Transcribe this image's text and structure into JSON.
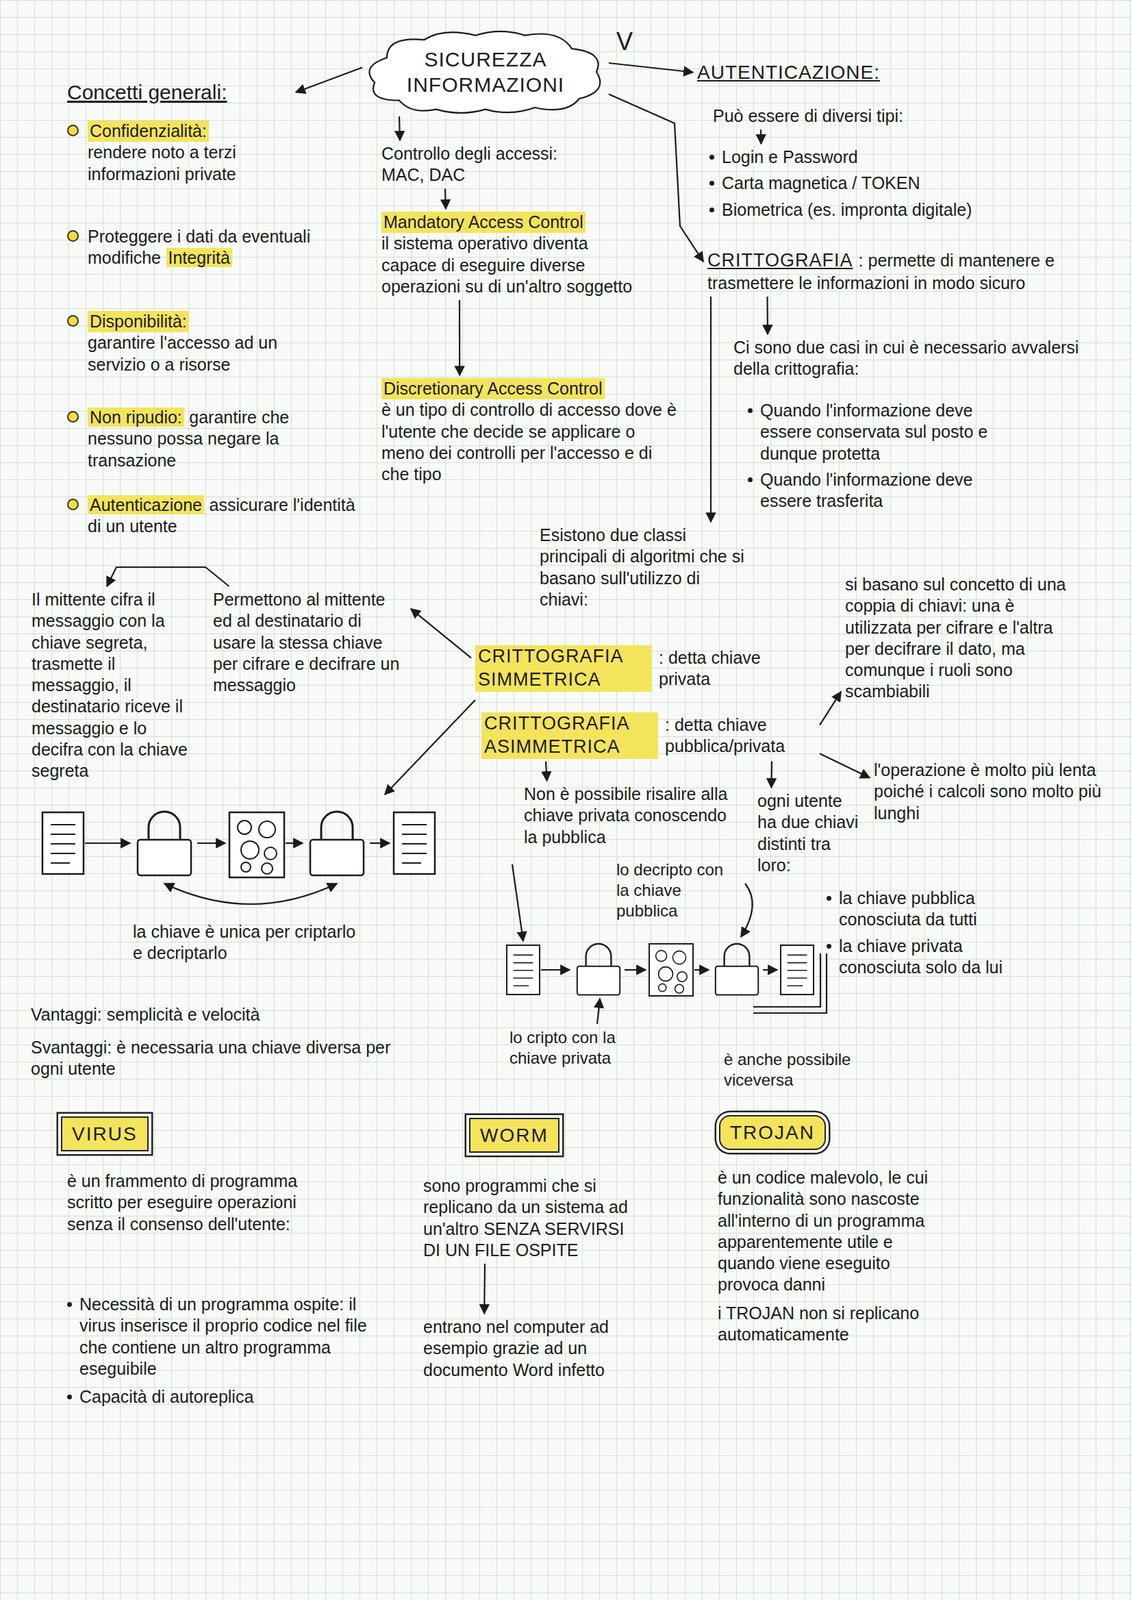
{
  "diagram": {
    "nodes": [
      {
        "text": [
          "SICUREZZA INFORMAZIONI"
        ]
      },
      {
        "text": [
          "Concetti generali:"
        ]
      },
      {
        "text": [
          "Confidenzialità:",
          "rendere noto a terzi informazioni private"
        ]
      },
      {
        "text": [
          "Proteggere i dati da eventuali modifiche",
          "Integrità"
        ]
      },
      {
        "text": [
          "Disponibilità:",
          "garantire l'accesso ad un servizio o a risorse"
        ]
      },
      {
        "text": [
          "Non ripudio:",
          "garantire che nessuno possa negare la transazione"
        ]
      },
      {
        "text": [
          "Autenticazione",
          "assicurare l'identità di un utente"
        ]
      },
      {
        "text": [
          "Controllo degli accessi: MAC, DAC"
        ]
      },
      {
        "text": [
          "Mandatory Access Control",
          "il sistema operativo diventa capace di eseguire diverse operazioni su di un'altro soggetto"
        ]
      },
      {
        "text": [
          "Discretionary Access Control",
          "è un tipo di controllo di accesso dove è l'utente che decide se applicare o meno dei controlli per l'accesso e di che tipo"
        ]
      },
      {
        "text": [
          "AUTENTICAZIONE:"
        ]
      },
      {
        "text": [
          "Può essere di diversi tipi:"
        ]
      },
      {
        "text": [
          "Login e Password",
          "Carta magnetica / TOKEN",
          "Biometrica (es. impronta digitale)"
        ]
      },
      {
        "text": [
          "CRITTOGRAFIA",
          ": permette di mantenere e trasmettere le informazioni in modo sicuro"
        ]
      },
      {
        "text": [
          "Ci sono due casi in cui è necessario avvalersi della crittografia:"
        ]
      },
      {
        "text": [
          "Quando l'informazione deve essere conservata sul posto e dunque protetta",
          "Quando l'informazione deve essere trasferita"
        ]
      },
      {
        "text": [
          "Esistono due classi principali di algoritmi che si basano sull'utilizzo di chiavi:"
        ]
      },
      {
        "text": [
          "CRITTOGRAFIA SIMMETRICA",
          ": detta chiave privata"
        ]
      },
      {
        "text": [
          "CRITTOGRAFIA ASIMMETRICA",
          ": detta chiave pubblica/privata"
        ]
      },
      {
        "text": [
          "Permettono al mittente ed al destinatario di usare la stessa chiave per cifrare e decifrare un messaggio"
        ]
      },
      {
        "text": [
          "Il mittente cifra il messaggio con la chiave segreta, trasmette il messaggio, il destinatario riceve il messaggio e lo decifra con la chiave segreta"
        ]
      },
      {
        "text": [
          "si basano sul concetto di una coppia di chiavi: una è utilizzata per cifrare e l'altra per decifrare il dato, ma comunque i ruoli sono scambiabili"
        ]
      },
      {
        "text": [
          "l'operazione è molto più lenta poiché i calcoli sono molto più lunghi"
        ]
      },
      {
        "text": [
          "ogni utente ha due chiavi distinti tra loro:"
        ]
      },
      {
        "text": [
          "la chiave pubblica conosciuta da tutti",
          "la chiave privata conosciuta solo da lui"
        ]
      },
      {
        "text": [
          "Non è possibile risalire alla chiave privata conoscendo la pubblica"
        ]
      },
      {
        "text": [
          "VIRUS"
        ]
      },
      {
        "text": [
          "è un frammento di programma scritto per eseguire operazioni senza il consenso dell'utente:"
        ]
      },
      {
        "text": [
          "Necessità di un programma ospite: il virus inserisce il proprio codice nel file che contiene un altro programma eseguibile",
          "Capacità di autoreplica"
        ]
      },
      {
        "text": [
          "WORM"
        ]
      },
      {
        "text": [
          "sono programmi che si replicano da un sistema ad un'altro SENZA SERVIRSI DI UN FILE OSPITE"
        ]
      },
      {
        "text": [
          "entrano nel computer ad esempio grazie ad un documento Word infetto"
        ]
      },
      {
        "text": [
          "TROJAN"
        ]
      },
      {
        "text": [
          "è un codice malevolo, le cui funzionalità sono nascoste all'interno di un programma apparentemente utile e quando viene eseguito provoca danni",
          "i TROJAN non si replicano automaticamente"
        ]
      }
    ],
    "edges": [
      {
        "from": 0,
        "to": 1,
        "arrow": "to"
      },
      {
        "from": 0,
        "to": 7,
        "arrow": "to"
      },
      {
        "from": 0,
        "to": 10,
        "arrow": "to"
      },
      {
        "from": 0,
        "to": 13,
        "arrow": "to"
      },
      {
        "from": 13,
        "to": 16,
        "arrow": "to"
      },
      {
        "from": 13,
        "to": 14,
        "arrow": "to"
      },
      {
        "from": 7,
        "to": 8,
        "arrow": "to"
      },
      {
        "from": 8,
        "to": 9,
        "arrow": "to"
      },
      {
        "from": 11,
        "to": 12,
        "arrow": "to"
      },
      {
        "from": 17,
        "to": 19,
        "arrow": "to"
      },
      {
        "from": 19,
        "to": 20,
        "arrow": "to"
      },
      {
        "from": 18,
        "to": 21,
        "arrow": "to"
      },
      {
        "from": 18,
        "to": 22,
        "arrow": "to"
      },
      {
        "from": 18,
        "to": 23,
        "arrow": "to"
      },
      {
        "from": 18,
        "to": 25,
        "arrow": "to"
      },
      {
        "from": 30,
        "to": 31,
        "arrow": "to"
      }
    ],
    "labels": [
      "V",
      "la chiave è unica per criptarlo e decriptarlo",
      "Vantaggi: semplicità e velocità",
      "Svantaggi: è necessaria una chiave diversa per ogni utente",
      "lo decripto con la chiave pubblica",
      "lo cripto con la chiave privata",
      "è anche possibile viceversa"
    ]
  }
}
